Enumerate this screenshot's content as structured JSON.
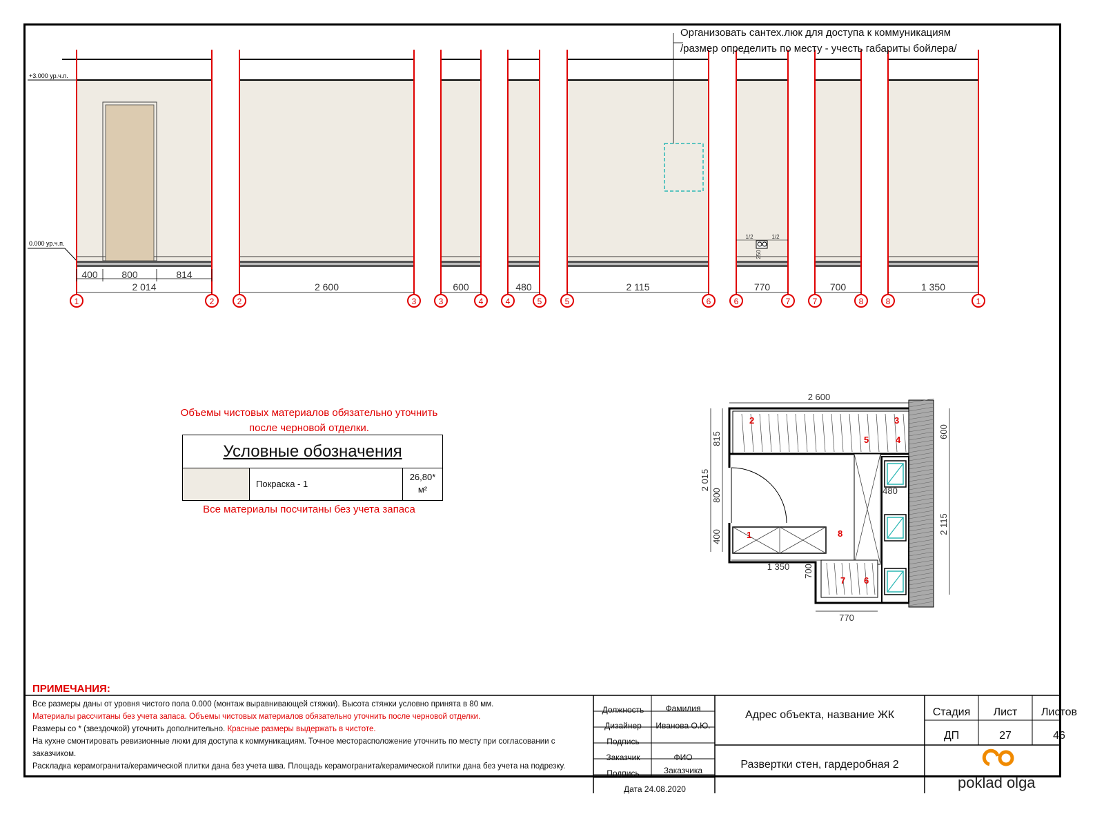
{
  "callout": {
    "line1": "Организовать сантех.люк для доступа к коммуникациям",
    "line2": "/размер определить по месту - учесть габариты бойлера/"
  },
  "levels": {
    "top": "+3.000 ур.ч.п.",
    "zero": "0.000 ур.ч.п."
  },
  "elevations": [
    {
      "left_axis": "1",
      "right_axis": "2",
      "width": "2 014",
      "sub": [
        "400",
        "800",
        "814"
      ]
    },
    {
      "left_axis": "2",
      "right_axis": "3",
      "width": "2 600"
    },
    {
      "left_axis": "3",
      "right_axis": "4",
      "width": "600"
    },
    {
      "left_axis": "4",
      "right_axis": "5",
      "width": "480"
    },
    {
      "left_axis": "5",
      "right_axis": "6",
      "width": "2 115"
    },
    {
      "left_axis": "6",
      "right_axis": "7",
      "width": "770",
      "marks": [
        "1/2",
        "1/2",
        "250"
      ]
    },
    {
      "left_axis": "7",
      "right_axis": "8",
      "width": "700"
    },
    {
      "left_axis": "8",
      "right_axis": "1",
      "width": "1 350"
    }
  ],
  "legend": {
    "warning_line1": "Объемы чистовых материалов обязательно уточнить",
    "warning_line2": "после черновой отделки.",
    "title": "Условные обозначения",
    "item_name": "Покраска - 1",
    "item_value": "26,80*",
    "item_unit": "м²",
    "note": "Все материалы посчитаны без учета запаса"
  },
  "plan": {
    "dims": {
      "top": "2 600",
      "left_815": "815",
      "left_800": "800",
      "left_400": "400",
      "left_total": "2 015",
      "right_600": "600",
      "right_2115": "2 115",
      "inner_480": "480",
      "bottom_1350": "1 350",
      "bottom_700": "700",
      "bottom_770": "770"
    },
    "points": [
      "1",
      "2",
      "3",
      "4",
      "5",
      "6",
      "7",
      "8"
    ]
  },
  "notes": {
    "title": "ПРИМЕЧАНИЯ:",
    "line1": "Все размеры даны от уровня чистого пола 0.000 (монтаж выравнивающей стяжки). Высота стяжки условно принята в 80 мм.",
    "line2": "Материалы рассчитаны без учета запаса. Объемы чистовых материалов обязательно уточнить после черновой отделки.",
    "line3a": "Размеры со * (звездочкой) уточнить дополнительно. ",
    "line3b": "Красные размеры выдержать в чистоте.",
    "line4": "На кухне смонтировать ревизионные люки для доступа к коммуникациям. Точное месторасположение уточнить по месту при согласовании с заказчиком.",
    "line5": "Раскладка керамогранита/керамической плитки дана без учета шва. Площадь керамогранита/керамической плитки дана без учета на подрезку."
  },
  "title_block": {
    "position_label": "Должность",
    "surname_label": "Фамилия",
    "designer_label": "Дизайнер",
    "designer_name": "Иванова О.Ю.",
    "sign_label": "Подпись",
    "client_label": "Заказчик",
    "client_fio": "ФИО",
    "sign_label2": "Подпись",
    "client_name": "Заказчика",
    "date": "Дата 24.08.2020",
    "address": "Адрес объекта, название ЖК",
    "sheet_title": "Развертки стен, гардеробная 2",
    "stage_label": "Стадия",
    "sheet_label": "Лист",
    "sheets_label": "Листов",
    "stage": "ДП",
    "sheet": "27",
    "sheets": "46",
    "logo": "poklad olga"
  },
  "colors": {
    "wall_fill": "#efebe3",
    "door_fill": "#dccbb0",
    "axis_red": "#e00000",
    "hatch_cyan": "#2ab7b4"
  }
}
